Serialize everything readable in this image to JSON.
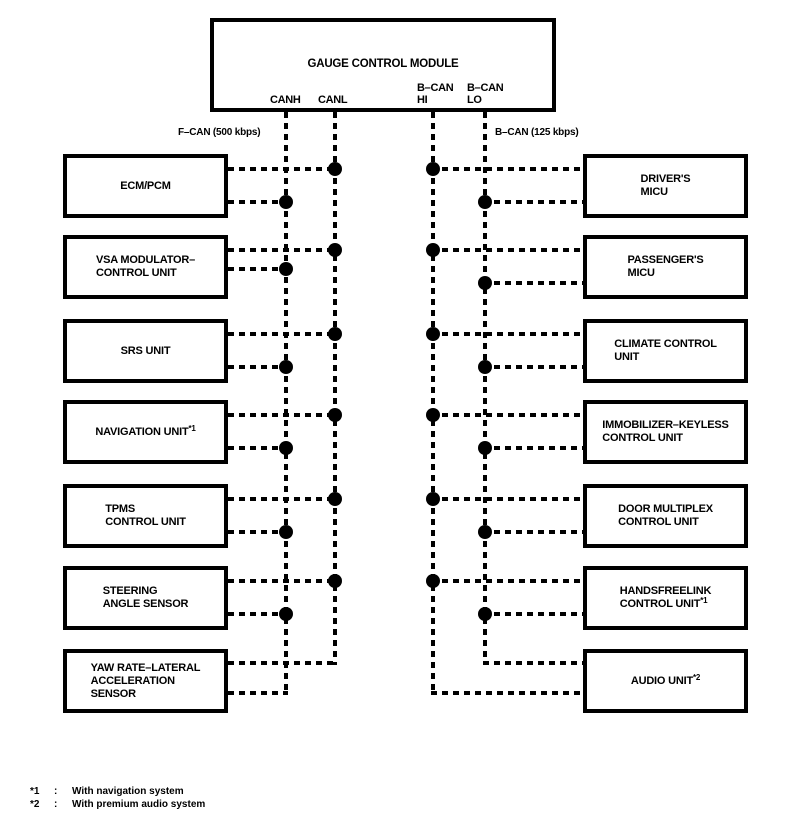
{
  "module": {
    "title": "GAUGE CONTROL MODULE",
    "pins": [
      {
        "id": "canh",
        "lines": [
          "CANH"
        ]
      },
      {
        "id": "canl",
        "lines": [
          "CANL"
        ]
      },
      {
        "id": "b-can-hi",
        "lines": [
          "B–CAN",
          "HI"
        ]
      },
      {
        "id": "b-can-lo",
        "lines": [
          "B–CAN",
          "LO"
        ]
      }
    ]
  },
  "buses": {
    "f_can": "F–CAN (500 kbps)",
    "b_can": "B–CAN (125 kbps)"
  },
  "left_units": [
    {
      "lines": [
        "ECM/PCM"
      ]
    },
    {
      "lines": [
        "VSA MODULATOR–",
        "CONTROL UNIT"
      ]
    },
    {
      "lines": [
        "SRS UNIT"
      ]
    },
    {
      "lines": [
        "NAVIGATION UNIT"
      ],
      "sup": "*1"
    },
    {
      "lines": [
        "TPMS",
        "CONTROL UNIT"
      ]
    },
    {
      "lines": [
        "STEERING",
        "ANGLE SENSOR"
      ]
    },
    {
      "lines": [
        "YAW RATE–LATERAL",
        "ACCELERATION",
        "SENSOR"
      ]
    }
  ],
  "right_units": [
    {
      "lines": [
        "DRIVER'S",
        "MICU"
      ]
    },
    {
      "lines": [
        "PASSENGER'S",
        "MICU"
      ]
    },
    {
      "lines": [
        "CLIMATE CONTROL",
        "UNIT"
      ]
    },
    {
      "lines": [
        "IMMOBILIZER–KEYLESS",
        "CONTROL UNIT"
      ]
    },
    {
      "lines": [
        "DOOR MULTIPLEX",
        "CONTROL UNIT"
      ]
    },
    {
      "lines": [
        "HANDSFREELINK",
        "CONTROL UNIT"
      ],
      "sup": "*1"
    },
    {
      "lines": [
        "AUDIO UNIT"
      ],
      "sup": "*2"
    }
  ],
  "footnotes": [
    {
      "mark": "*1",
      "sep": ":",
      "text": "With navigation system"
    },
    {
      "mark": "*2",
      "sep": ":",
      "text": "With premium audio system"
    }
  ],
  "colors": {
    "ink": "#000000",
    "paper": "#ffffff"
  }
}
